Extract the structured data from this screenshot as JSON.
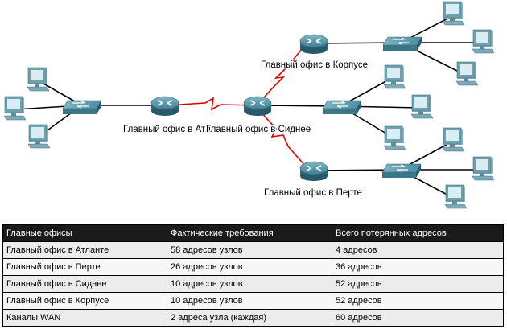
{
  "diagram": {
    "labels": {
      "atlanta": "Главный офис в Атланте",
      "sydney": "Главный офис в Сиднее",
      "corpus": "Главный офис в Корпусе",
      "perth": "Главный офис в Перте"
    }
  },
  "table": {
    "headers": [
      "Главные офисы",
      "Фактические требования",
      "Всего потерянных адресов"
    ],
    "rows": [
      [
        "Главный офис в Атланте",
        "58 адресов узлов",
        "4 адресов"
      ],
      [
        "Главный офис в Перте",
        "26 адресов узлов",
        "36 адресов"
      ],
      [
        "Главный офис в Сиднее",
        "10 адресов узлов",
        "52 адресов"
      ],
      [
        "Главный офис в Корпусе",
        "10 адресов узлов",
        "52 адресов"
      ],
      [
        "Каналы WAN",
        "2 адреса узла (каждая)",
        "60 адресов"
      ]
    ]
  }
}
